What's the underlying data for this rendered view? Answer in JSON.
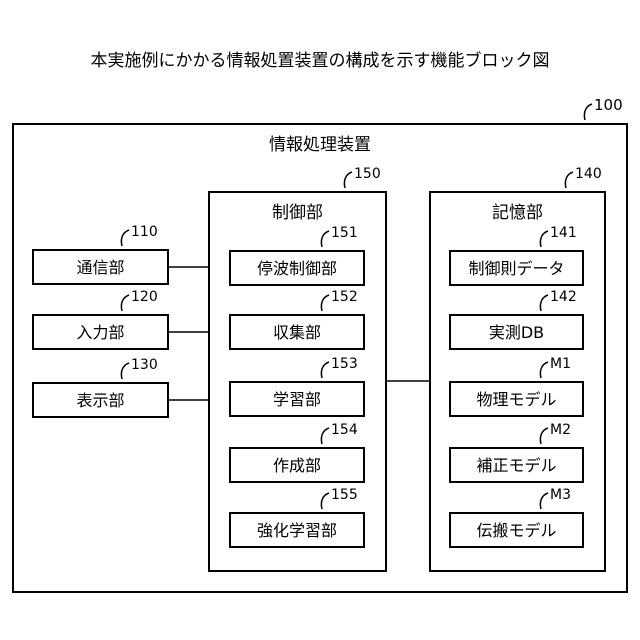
{
  "title": "本実施例にかかる情報処置装置の構成を示す機能ブロック図",
  "device": {
    "label": "情報処理装置",
    "ref": "100"
  },
  "left_units": [
    {
      "label": "通信部",
      "ref": "110"
    },
    {
      "label": "入力部",
      "ref": "120"
    },
    {
      "label": "表示部",
      "ref": "130"
    }
  ],
  "control": {
    "label": "制御部",
    "ref": "150",
    "items": [
      {
        "label": "停波制御部",
        "ref": "151"
      },
      {
        "label": "収集部",
        "ref": "152"
      },
      {
        "label": "学習部",
        "ref": "153"
      },
      {
        "label": "作成部",
        "ref": "154"
      },
      {
        "label": "強化学習部",
        "ref": "155"
      }
    ]
  },
  "storage": {
    "label": "記憶部",
    "ref": "140",
    "items": [
      {
        "label": "制御則データ",
        "ref": "141"
      },
      {
        "label": "実測DB",
        "ref": "142"
      },
      {
        "label": "物理モデル",
        "ref": "M1"
      },
      {
        "label": "補正モデル",
        "ref": "M2"
      },
      {
        "label": "伝搬モデル",
        "ref": "M3"
      }
    ]
  }
}
